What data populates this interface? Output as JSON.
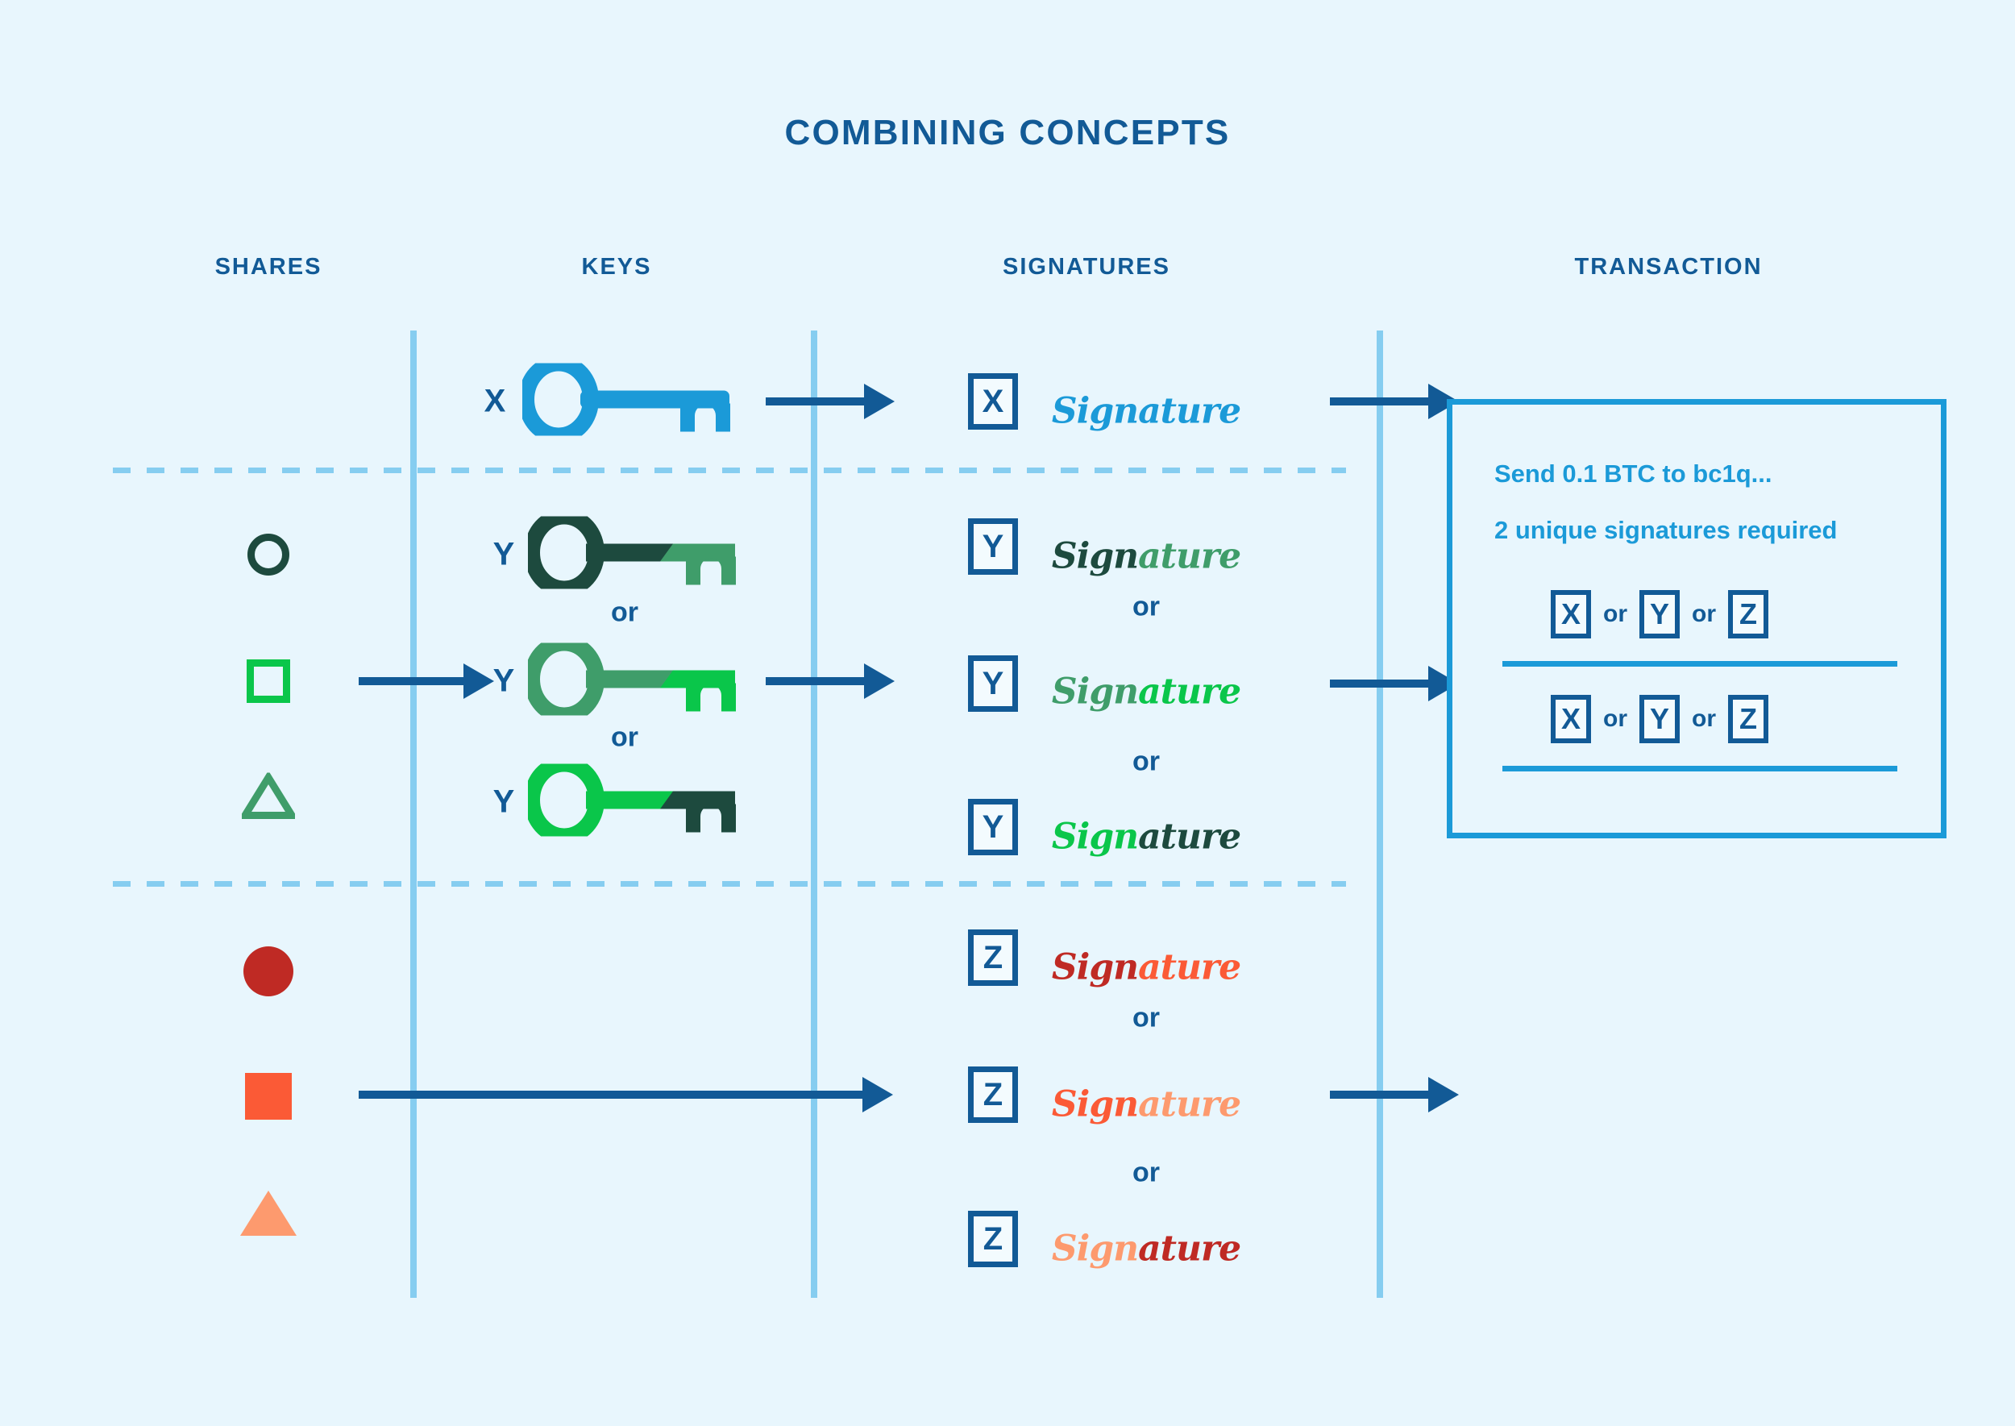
{
  "page": {
    "title": "COMBINING CONCEPTS",
    "background": "#e8f6fd",
    "accent_dark_blue": "#125a96",
    "accent_blue": "#1b9ad8",
    "accent_light_blue": "#86cdf0"
  },
  "columns": [
    {
      "label": "SHARES"
    },
    {
      "label": "KEYS"
    },
    {
      "label": "SIGNATURES"
    },
    {
      "label": "TRANSACTION"
    }
  ],
  "groups": [
    {
      "id": "x-group",
      "key_label": "X",
      "key_colors": {
        "bow": "#1b9ad8",
        "teeth": "#1b9ad8"
      },
      "signature_letter": "X",
      "signature_text": {
        "first": "Sign",
        "second": "ature",
        "first_color": "#1b9ad8",
        "second_color": "#1b9ad8"
      }
    },
    {
      "id": "y-group",
      "shares": [
        {
          "shape": "circle-outline",
          "color": "#1d4a3e"
        },
        {
          "shape": "square-outline",
          "color": "#0ac64a"
        },
        {
          "shape": "triangle-outline",
          "color": "#3f9d6a"
        }
      ],
      "keys": [
        {
          "label": "Y",
          "bow": "#1d4a3e",
          "teeth": "#3f9d6a"
        },
        {
          "label": "Y",
          "bow": "#3f9d6a",
          "teeth": "#0ac64a"
        },
        {
          "label": "Y",
          "bow": "#0ac64a",
          "teeth": "#1d4a3e"
        }
      ],
      "or_label": "or",
      "signatures": [
        {
          "letter": "Y",
          "first": "Sign",
          "second": "ature",
          "first_color": "#1d4a3e",
          "second_color": "#3f9d6a"
        },
        {
          "letter": "Y",
          "first": "Sign",
          "second": "ature",
          "first_color": "#3f9d6a",
          "second_color": "#0ac64a"
        },
        {
          "letter": "Y",
          "first": "Sign",
          "second": "ature",
          "first_color": "#0ac64a",
          "second_color": "#1d4a3e"
        }
      ]
    },
    {
      "id": "z-group",
      "shares": [
        {
          "shape": "circle-filled",
          "color": "#bf2a24"
        },
        {
          "shape": "square-filled",
          "color": "#fb5a36"
        },
        {
          "shape": "triangle-filled",
          "color": "#fd9a6e"
        }
      ],
      "or_label": "or",
      "signatures": [
        {
          "letter": "Z",
          "first": "Sign",
          "second": "ature",
          "first_color": "#bf2a24",
          "second_color": "#fb5a36"
        },
        {
          "letter": "Z",
          "first": "Sign",
          "second": "ature",
          "first_color": "#fb5a36",
          "second_color": "#fd9a6e"
        },
        {
          "letter": "Z",
          "first": "Sign",
          "second": "ature",
          "first_color": "#fd9a6e",
          "second_color": "#bf2a24"
        }
      ]
    }
  ],
  "transaction": {
    "line1": "Send 0.1 BTC to bc1q...",
    "line2": "2 unique signatures required",
    "or_label": "or",
    "slots": [
      {
        "options": [
          "X",
          "Y",
          "Z"
        ]
      },
      {
        "options": [
          "X",
          "Y",
          "Z"
        ]
      }
    ]
  }
}
